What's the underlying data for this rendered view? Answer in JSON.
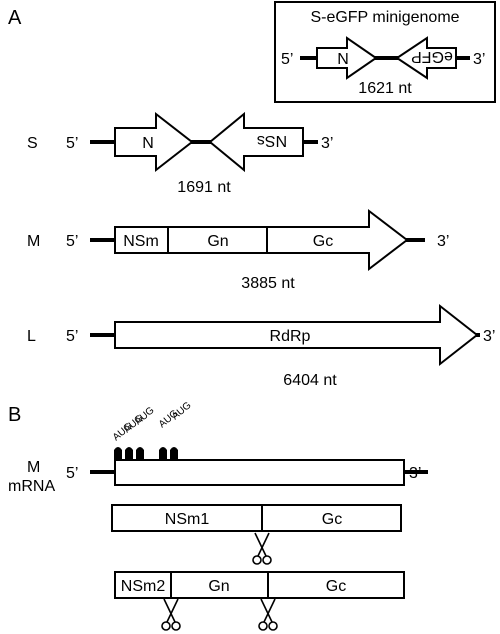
{
  "panel_a": {
    "label": "A",
    "inset": {
      "title": "S-eGFP minigenome",
      "five": "5’",
      "three": "3’",
      "left_label": "N",
      "right_label": "eGFP",
      "length": "1621 nt"
    },
    "segments": {
      "S": {
        "name": "S",
        "five": "5’",
        "three": "3’",
        "left_label": "N",
        "right_label": "NSs",
        "length": "1691 nt"
      },
      "M": {
        "name": "M",
        "five": "5’",
        "three": "3’",
        "part1": "NSm",
        "part2": "Gn",
        "part3": "Gc",
        "length": "3885 nt"
      },
      "L": {
        "name": "L",
        "five": "5’",
        "three": "3’",
        "part1": "RdRp",
        "length": "6404 nt"
      }
    }
  },
  "panel_b": {
    "label": "B",
    "mrna": {
      "name_line1": "M",
      "name_line2": "mRNA",
      "five": "5’",
      "three": "3’",
      "aug_labels": [
        "AUG",
        "AUG",
        "AUG",
        "AUG",
        "AUG"
      ]
    },
    "product1": {
      "part1": "NSm1",
      "part2": "Gc"
    },
    "product2": {
      "part1": "NSm2",
      "part2": "Gn",
      "part3": "Gc"
    }
  }
}
